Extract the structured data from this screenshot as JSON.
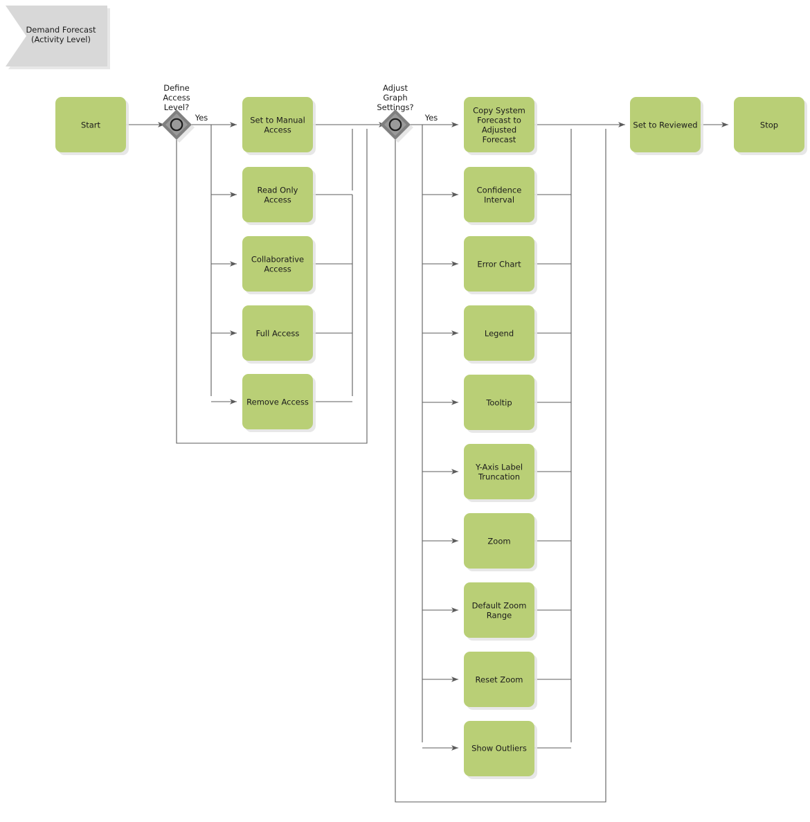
{
  "diagram": {
    "type": "activity-flowchart",
    "title": {
      "line1": "Demand Forecast",
      "line2": "(Activity Level)"
    },
    "colors": {
      "node_fill": "#b9cf76",
      "node_shadow": "#c8c8c8",
      "title_fill": "#d8d8d8",
      "edge_stroke": "#5b5b5b",
      "diamond_fill": "#808080",
      "diamond_inner": "#9a9a9a",
      "text": "#1a1a1a",
      "background": "#ffffff"
    },
    "start_node": {
      "label": "Start"
    },
    "decision_1": {
      "name": "define-access-level",
      "question_lines": [
        "Define",
        "Access",
        "Level?"
      ],
      "yes_label": "Yes"
    },
    "branch_1_activities": [
      {
        "label_lines": [
          "Set to Manual",
          "Access"
        ],
        "label": "Set to Manual Access"
      },
      {
        "label_lines": [
          "Read Only",
          "Access"
        ],
        "label": "Read Only Access"
      },
      {
        "label_lines": [
          "Collaborative",
          "Access"
        ],
        "label": "Collaborative Access"
      },
      {
        "label_lines": [
          "Full Access"
        ],
        "label": "Full Access"
      },
      {
        "label_lines": [
          "Remove Access"
        ],
        "label": "Remove Access"
      }
    ],
    "decision_2": {
      "name": "adjust-graph-settings",
      "question_lines": [
        "Adjust",
        "Graph",
        "Settings?"
      ],
      "yes_label": "Yes"
    },
    "branch_2_activities": [
      {
        "label_lines": [
          "Copy System",
          "Forecast to",
          "Adjusted",
          "Forecast"
        ],
        "label": "Copy System Forecast to Adjusted Forecast"
      },
      {
        "label_lines": [
          "Confidence",
          "Interval"
        ],
        "label": "Confidence Interval"
      },
      {
        "label_lines": [
          "Error Chart"
        ],
        "label": "Error Chart"
      },
      {
        "label_lines": [
          "Legend"
        ],
        "label": "Legend"
      },
      {
        "label_lines": [
          "Tooltip"
        ],
        "label": "Tooltip"
      },
      {
        "label_lines": [
          "Y-Axis Label",
          "Truncation"
        ],
        "label": "Y-Axis Label Truncation"
      },
      {
        "label_lines": [
          "Zoom"
        ],
        "label": "Zoom"
      },
      {
        "label_lines": [
          "Default Zoom",
          "Range"
        ],
        "label": "Default Zoom Range"
      },
      {
        "label_lines": [
          "Reset Zoom"
        ],
        "label": "Reset Zoom"
      },
      {
        "label_lines": [
          "Show Outliers"
        ],
        "label": "Show Outliers"
      }
    ],
    "end_activity": {
      "label": "Set to Reviewed"
    },
    "stop_node": {
      "label": "Stop"
    }
  }
}
